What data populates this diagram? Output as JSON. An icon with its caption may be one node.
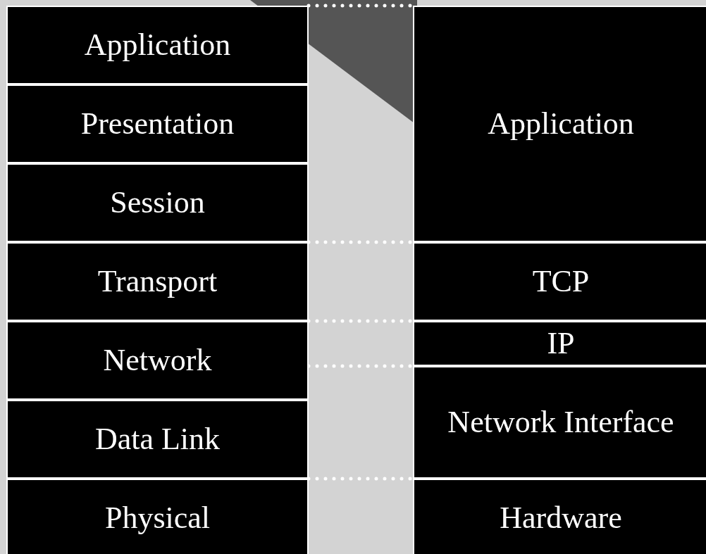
{
  "diagram": {
    "nodes": [
      {
        "text": [
          "Application"
        ]
      },
      {
        "text": [
          "Presentation"
        ]
      },
      {
        "text": [
          "Session"
        ]
      },
      {
        "text": [
          "Transport"
        ]
      },
      {
        "text": [
          "Network"
        ]
      },
      {
        "text": [
          "Data Link"
        ]
      },
      {
        "text": [
          "Physical"
        ]
      },
      {
        "text": [
          "Application"
        ]
      },
      {
        "text": [
          "TCP"
        ]
      },
      {
        "text": [
          "IP"
        ]
      },
      {
        "text": [
          "Network Interface"
        ]
      },
      {
        "text": [
          "Hardware"
        ]
      }
    ]
  }
}
